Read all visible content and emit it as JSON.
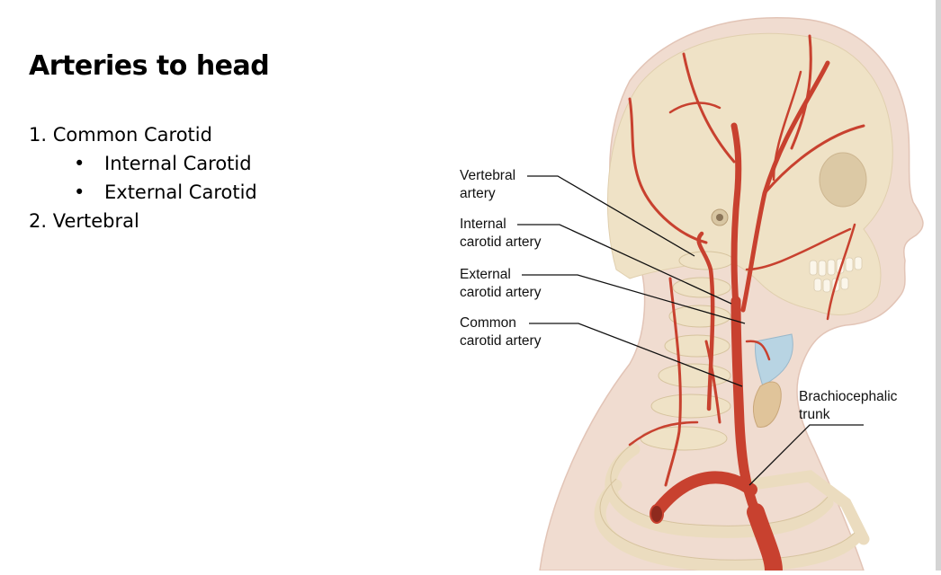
{
  "slide": {
    "title": "Arteries to head",
    "list": [
      {
        "number": "1.",
        "label": "Common Carotid"
      },
      {
        "bullet": "•",
        "label": "Internal Carotid"
      },
      {
        "bullet": "•",
        "label": "External Carotid"
      },
      {
        "number": "2.",
        "label": "Vertebral"
      }
    ]
  },
  "figure": {
    "description": "Lateral view of head and neck showing arteries",
    "labels": {
      "vertebral": {
        "line1": "Vertebral",
        "line2": "artery"
      },
      "internal": {
        "line1": "Internal",
        "line2": "carotid artery"
      },
      "external": {
        "line1": "External",
        "line2": "carotid artery"
      },
      "common": {
        "line1": "Common",
        "line2": "carotid artery"
      },
      "brachiocephalic": {
        "line1": "Brachiocephalic",
        "line2": "trunk"
      }
    },
    "colors": {
      "skin": "#f0dcd0",
      "bone": "#efe2c6",
      "artery": "#c8412f",
      "cartilage": "#b8d4e3",
      "thyroid": "#e0c49a",
      "leader_line": "#111111"
    }
  }
}
